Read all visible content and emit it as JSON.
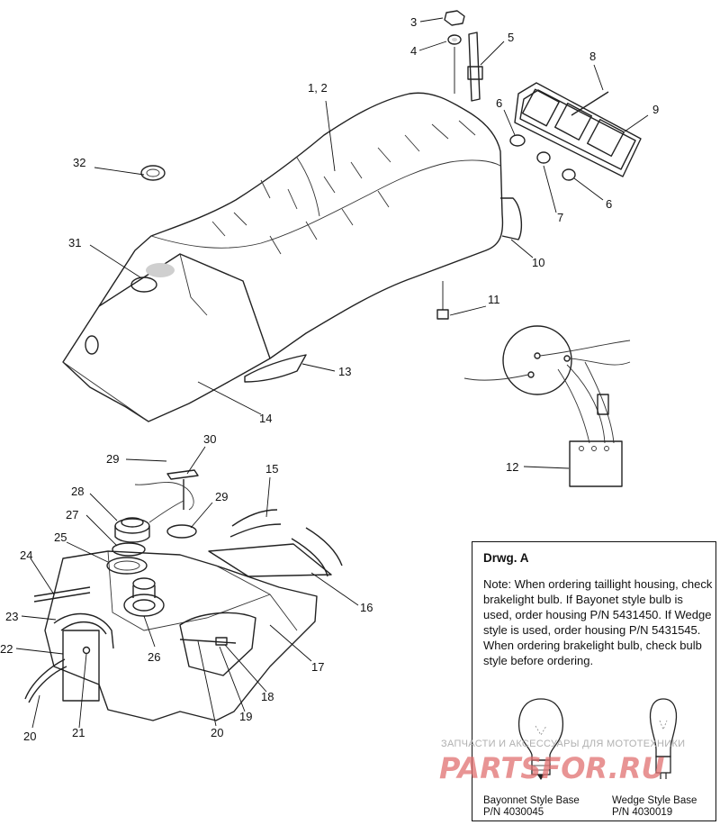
{
  "callouts": {
    "c3": "3",
    "c4": "4",
    "c5": "5",
    "c8": "8",
    "c9": "9",
    "c1_2": "1, 2",
    "c6a": "6",
    "c6b": "6",
    "c7": "7",
    "c10": "10",
    "c11": "11",
    "c32": "32",
    "c31": "31",
    "c13": "13",
    "c14": "14",
    "c12": "12",
    "c29a": "29",
    "c30": "30",
    "c28": "28",
    "c29b": "29",
    "c15": "15",
    "c27": "27",
    "c25": "25",
    "c24": "24",
    "c16": "16",
    "c23": "23",
    "c22": "22",
    "c26": "26",
    "c17": "17",
    "c18": "18",
    "c19": "19",
    "c20a": "20",
    "c20b": "20",
    "c21": "21"
  },
  "drawing_a": {
    "title": "Drwg. A",
    "note": "Note: When ordering taillight housing, check brakelight bulb.  If Bayonet style bulb is  used, order housing P/N 5431450.  If Wedge style is used, order housing P/N 5431545.  When ordering brakelight bulb, check bulb style before ordering.",
    "bayonet_label": "Bayonnet Style Base",
    "bayonet_pn": "P/N 4030045",
    "wedge_label": "Wedge Style Base",
    "wedge_pn": "P/N 4030019"
  },
  "watermark": {
    "text": "ЗАПЧАСТИ И АКСЕССУАРЫ ДЛЯ МОТОТЕХНИКИ",
    "logo": "PARTSFOR.RU",
    "color": "#e07070"
  }
}
